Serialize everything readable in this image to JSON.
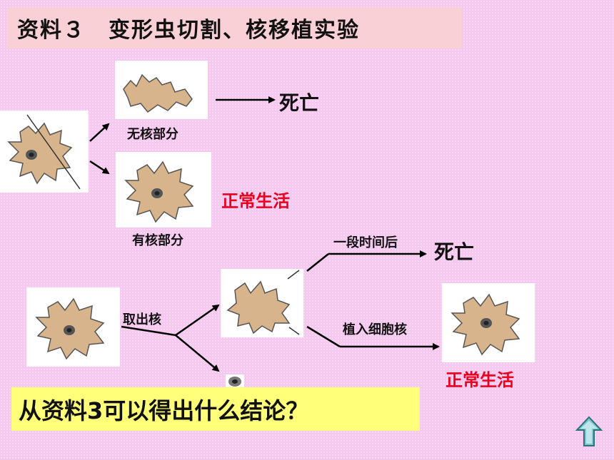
{
  "title": "资料３　变形虫切割、核移植实验",
  "labels": {
    "anucleate_part": "无核部分",
    "death_1": "死亡",
    "normal_life_1": "正常生活",
    "nucleate_part": "有核部分",
    "after_time": "一段时间后",
    "death_2": "死亡",
    "remove_nucleus": "取出核",
    "implant_nucleus": "植入细胞核",
    "normal_life_2": "正常生活"
  },
  "question": "从资料3可以得出什么结论？",
  "colors": {
    "background": "#f6c8ef",
    "title_box": "#f8d0d6",
    "question_box": "#ffff7a",
    "highlight_red": "#e8001c",
    "amoeba_fill": "#d8b48c",
    "nav_button": "#7cc6cf"
  },
  "icons": {
    "nav": "up-arrow-icon"
  }
}
